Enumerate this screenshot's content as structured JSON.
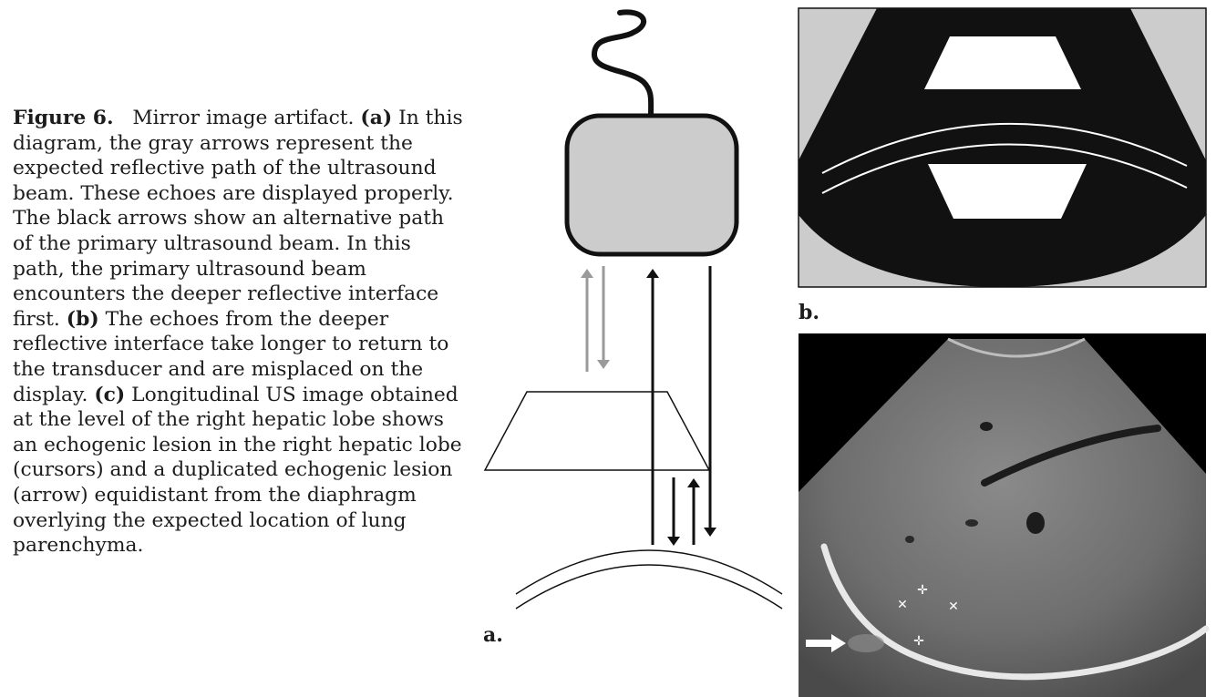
{
  "caption": {
    "figure_label": "Figure 6.",
    "title": "Mirror image artifact.",
    "part_a_label": "(a)",
    "part_a_text": "In this diagram, the gray arrows represent the expected reflective path of the ultrasound beam. These echoes are displayed properly. The black arrows show an alternative path of the primary ultrasound beam. In this path, the primary ultrasound beam encounters the deeper reflective interface first.",
    "part_b_label": "(b)",
    "part_b_text": "The echoes from the deeper reflective interface take longer to return to the transducer and are misplaced on the display.",
    "part_c_label": "(c)",
    "part_c_text": "Longitudinal US image obtained at the level of the right hepatic lobe shows an echogenic lesion in the right hepatic lobe (cursors) and a duplicated echogenic lesion (arrow) equidistant from the diaphragm overlying the expected location of lung parenchyma."
  },
  "panels": {
    "a_label": "a.",
    "b_label": "b."
  },
  "colors": {
    "text": "#1c1c1c",
    "gray_arrow": "#9a9a9a",
    "transducer_fill": "#cccccc",
    "panel_b_background": "#cccccc",
    "ultrasound_field": "#111111"
  }
}
